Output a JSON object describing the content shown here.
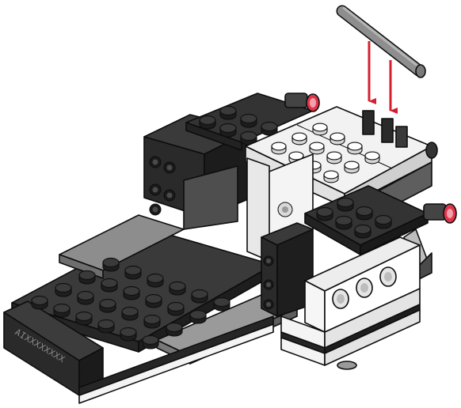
{
  "illustration": {
    "kind": "building-instruction-step",
    "colors": {
      "black_brick": "#2b2b2b",
      "black_brick_top": "#3a3a3a",
      "dark_grey": "#5d5d5d",
      "light_grey": "#a9a9a9",
      "white_brick": "#f4f4f4",
      "red_accent": "#e0344a",
      "arrow_red": "#d4202e"
    },
    "new_part": "grey-bar",
    "arrow_count": 2,
    "tile_print": "AIXXXXXXXX"
  }
}
